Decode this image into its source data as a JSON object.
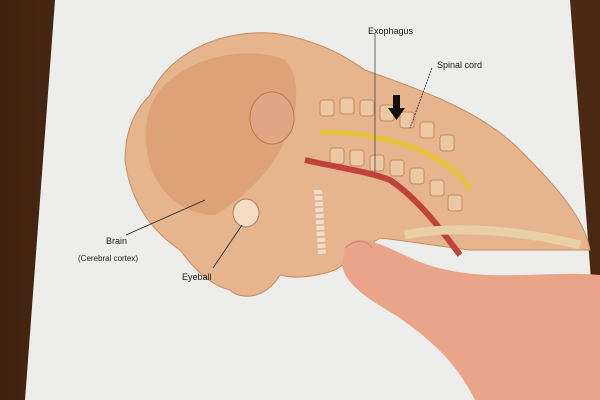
{
  "scene": {
    "description": "Photograph of a printed anatomical illustration of a human head and neck in side view, with a finger pointing at the chin",
    "colors": {
      "wood": "#4a2812",
      "paper": "#ededeb",
      "skin_illustration": "#e2b08a",
      "spinal_cord": "#e8c23a",
      "esophagus": "#c0433a",
      "finger": "#e9a48a"
    }
  },
  "labels": {
    "esophagus": "Exophagus",
    "spinal_cord": "Spinal cord",
    "brain": "Brain",
    "brain_sub": "(Cerebral cortex)",
    "eyeball": "Eyeball"
  }
}
